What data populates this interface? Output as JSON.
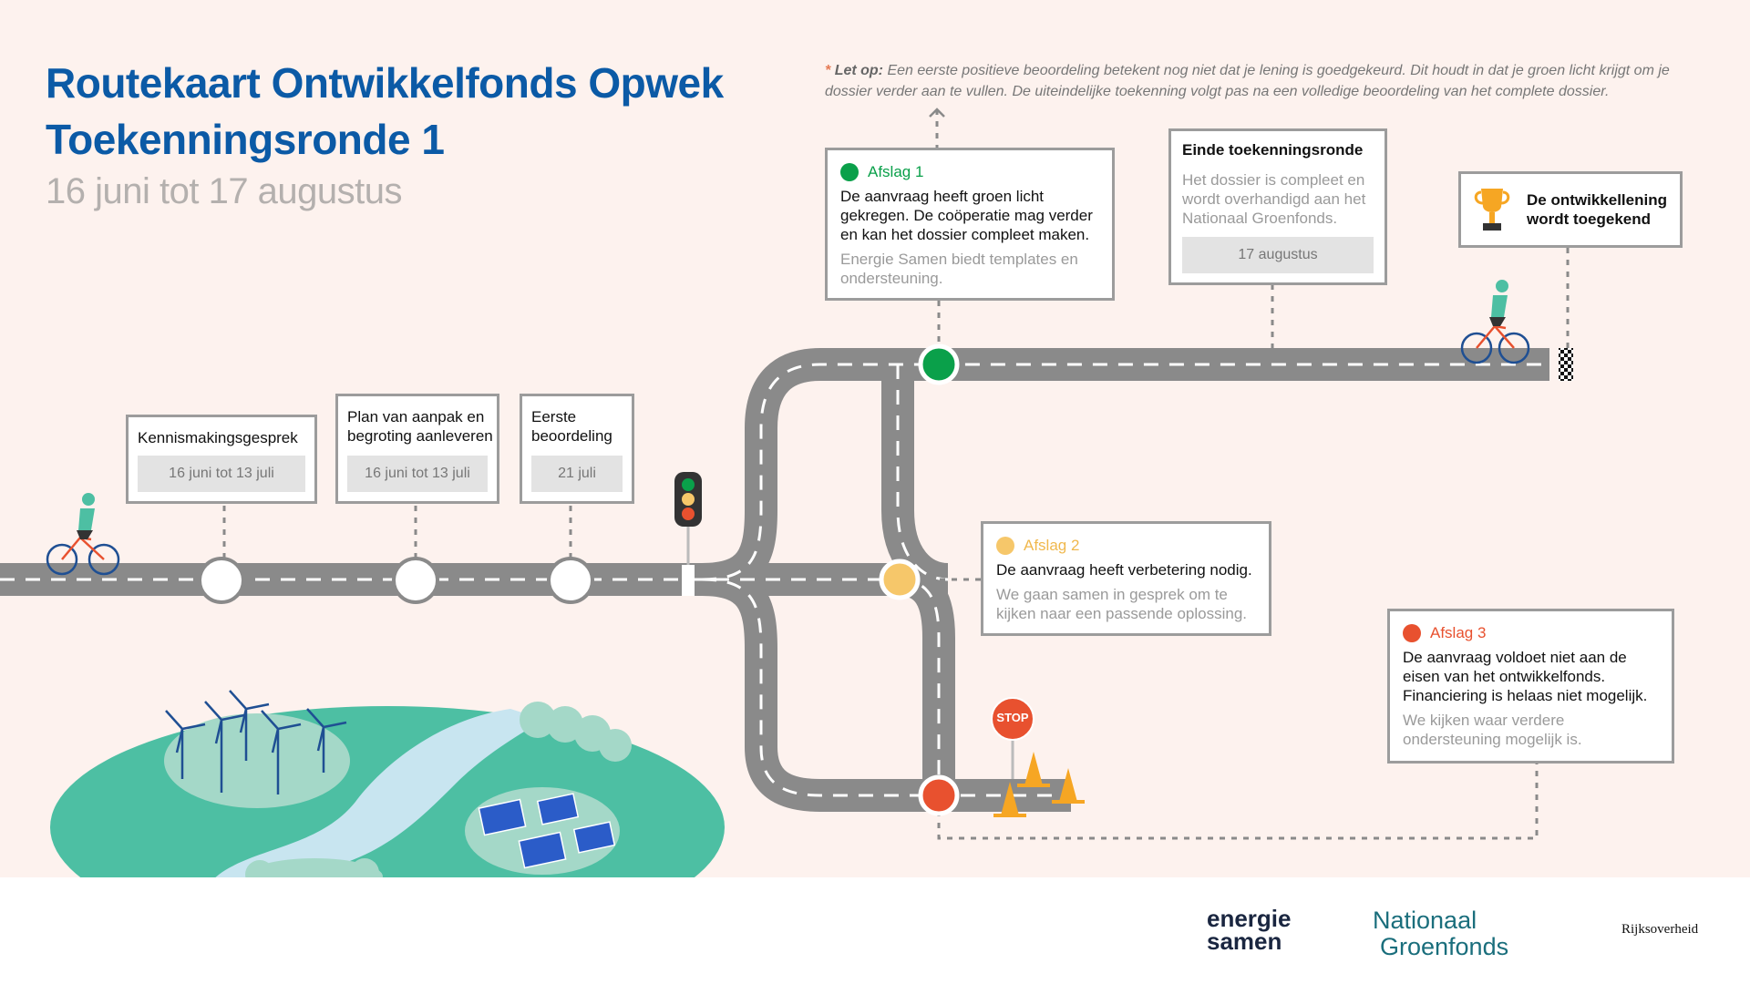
{
  "header": {
    "title_line1": "Routekaart Ontwikkelfonds Opwek",
    "title_line2": "Toekenningsronde 1",
    "subtitle": "16 juni tot 17 augustus"
  },
  "note": {
    "star": "*",
    "lead": "Let op:",
    "text": "Een eerste positieve beoordeling betekent nog niet dat je lening is goedgekeurd. Dit houdt in dat je groen licht krijgt om je dossier verder aan te vullen. De uiteindelijke toekenning volgt pas na een volledige beoordeling van het complete dossier."
  },
  "steps": [
    {
      "title": "Kennismakingsgesprek",
      "date": "16 juni tot 13 juli"
    },
    {
      "title": "Plan van aanpak en begroting aanleveren",
      "date": "16 juni tot 13 juli"
    },
    {
      "title": "Eerste beoordeling",
      "date": "21 juli"
    }
  ],
  "afslag1": {
    "label": "Afslag 1",
    "text": "De aanvraag heeft groen licht gekregen. De coöperatie mag verder en kan het dossier compleet maken.",
    "sub": "Energie Samen biedt templates en ondersteuning."
  },
  "einde": {
    "title": "Einde toekenningsronde",
    "text": "Het dossier is compleet en wordt overhandigd aan het Nationaal Groenfonds.",
    "date": "17 augustus"
  },
  "finish": {
    "text": "De ontwikkellening wordt toegekend"
  },
  "afslag2": {
    "label": "Afslag 2",
    "text": "De aanvraag heeft verbetering nodig.",
    "sub": "We gaan samen in gesprek om te kijken naar een passende oplossing."
  },
  "afslag3": {
    "label": "Afslag 3",
    "text": "De aanvraag voldoet niet aan de eisen van het ontwikkelfonds. Financiering is helaas niet mogelijk.",
    "sub": "We kijken waar verdere ondersteuning mogelijk is."
  },
  "stop_sign": "STOP",
  "logos": {
    "energie_samen_line1": "energie",
    "energie_samen_line2": "samen",
    "groenfonds_line1": "Nationaal",
    "groenfonds_line2": "Groenfonds",
    "rijksoverheid": "Rijksoverheid"
  },
  "colors": {
    "title": "#0b5aa6",
    "road": "#8a8a8a",
    "green": "#0aa04a",
    "yellow": "#f6c76a",
    "red": "#e8512f",
    "land": "#4dbfa3"
  }
}
